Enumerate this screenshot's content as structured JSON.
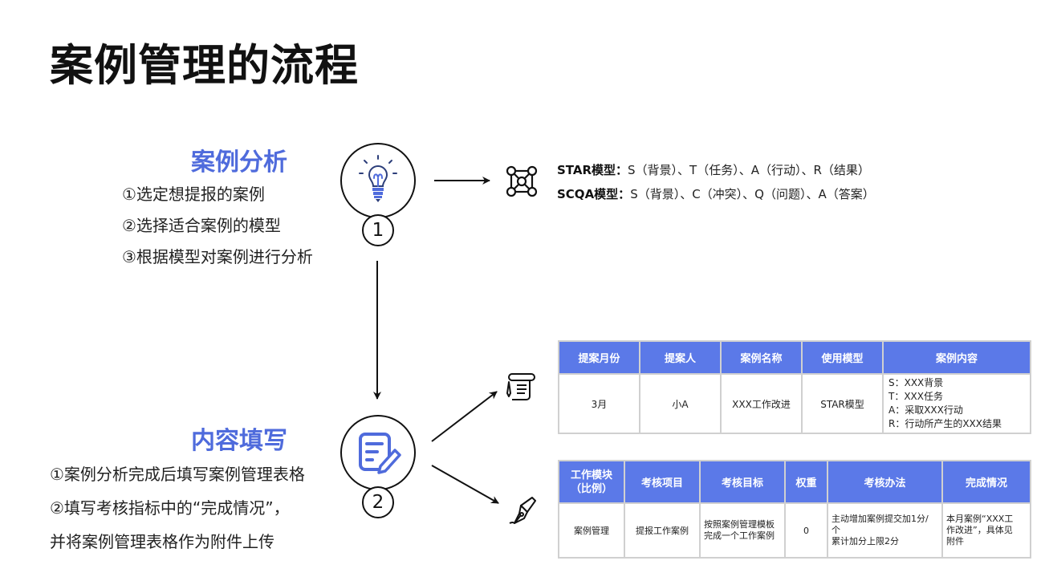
{
  "title": "案例管理的流程",
  "section1": {
    "title": "案例分析",
    "number": "1",
    "steps": [
      "①选定想提报的案例",
      "②选择适合案例的模型",
      "③根据模型对案例进行分析"
    ]
  },
  "section2": {
    "title": "内容填写",
    "number": "2",
    "steps": [
      "①案例分析完成后填写案例管理表格",
      "②填写考核指标中的“完成情况”，",
      "并将案例管理表格作为附件上传"
    ]
  },
  "models": [
    {
      "name": "STAR模型：",
      "desc": "S（背景）、T（任务）、A（行动）、R（结果）"
    },
    {
      "name": "SCQA模型：",
      "desc": "S（背景）、C（冲突）、Q（问题）、A（答案）"
    }
  ],
  "case_table": {
    "headers": [
      "提案月份",
      "提案人",
      "案例名称",
      "使用模型",
      "案例内容"
    ],
    "row": {
      "month": "3月",
      "person": "小A",
      "name": "XXX工作改进",
      "model": "STAR模型",
      "content": [
        "S：XXX背景",
        "T：XXX任务",
        "A：采取XXX行动",
        "R：行动所产生的XXX结果"
      ]
    }
  },
  "kpi_table": {
    "headers": [
      "工作模块",
      "（比例）",
      "考核项目",
      "考核目标",
      "权重",
      "考核办法",
      "完成情况"
    ],
    "row": {
      "module": "案例管理",
      "item": "提报工作案例",
      "target": [
        "按照案例管理模板",
        "完成一个工作案例"
      ],
      "weight": "0",
      "method": [
        "主动增加案例提交加1分/",
        "个",
        "累计加分上限2分"
      ],
      "status": [
        "本月案例“XXX工",
        "作改进”，具体见",
        "附件"
      ]
    }
  },
  "icons": [
    "lightbulb-icon",
    "document-pen-icon",
    "network-nodes-icon",
    "scroll-quill-icon",
    "fountain-pen-icon"
  ],
  "colors": {
    "accent": "#4f6bdc",
    "table_header": "#5b79e8",
    "border": "#d0d0d0"
  }
}
